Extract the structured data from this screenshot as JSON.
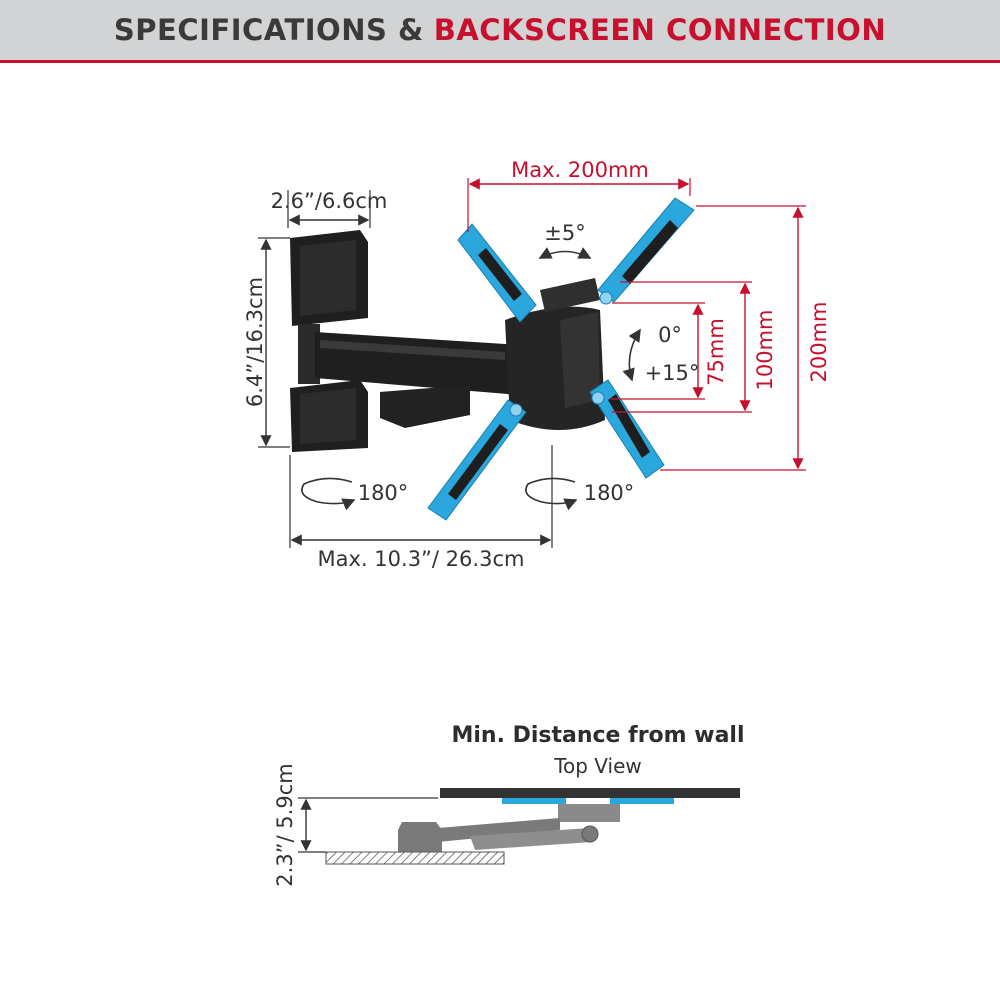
{
  "header": {
    "title_part1": "SPECIFICATIONS &",
    "title_part2": "BACKSCREEN CONNECTION"
  },
  "colors": {
    "accent_red": "#c8102e",
    "header_bg": "#d1d3d4",
    "bracket_blue": "#2aa7dd",
    "mount_black": "#1f1f1f"
  },
  "specs": {
    "width_label": "2.6”/6.6cm",
    "height_label": "6.4”/16.3cm",
    "max_vesa_width": "Max. 200mm",
    "tilt_side": "±5°",
    "tilt_up": "0°",
    "tilt_down": "+15°",
    "vesa_75": "75mm",
    "vesa_100": "100mm",
    "vesa_200": "200mm",
    "swivel_left": "180°",
    "swivel_right": "180°",
    "max_extension": "Max. 10.3”/ 26.3cm"
  },
  "top_view": {
    "title": "Min. Distance from wall",
    "subtitle": "Top View",
    "min_distance": "2.3”/ 5.9cm"
  },
  "icons": [
    "rotate-arrow-icon",
    "tilt-arrow-icon",
    "dimension-arrow-icon"
  ]
}
